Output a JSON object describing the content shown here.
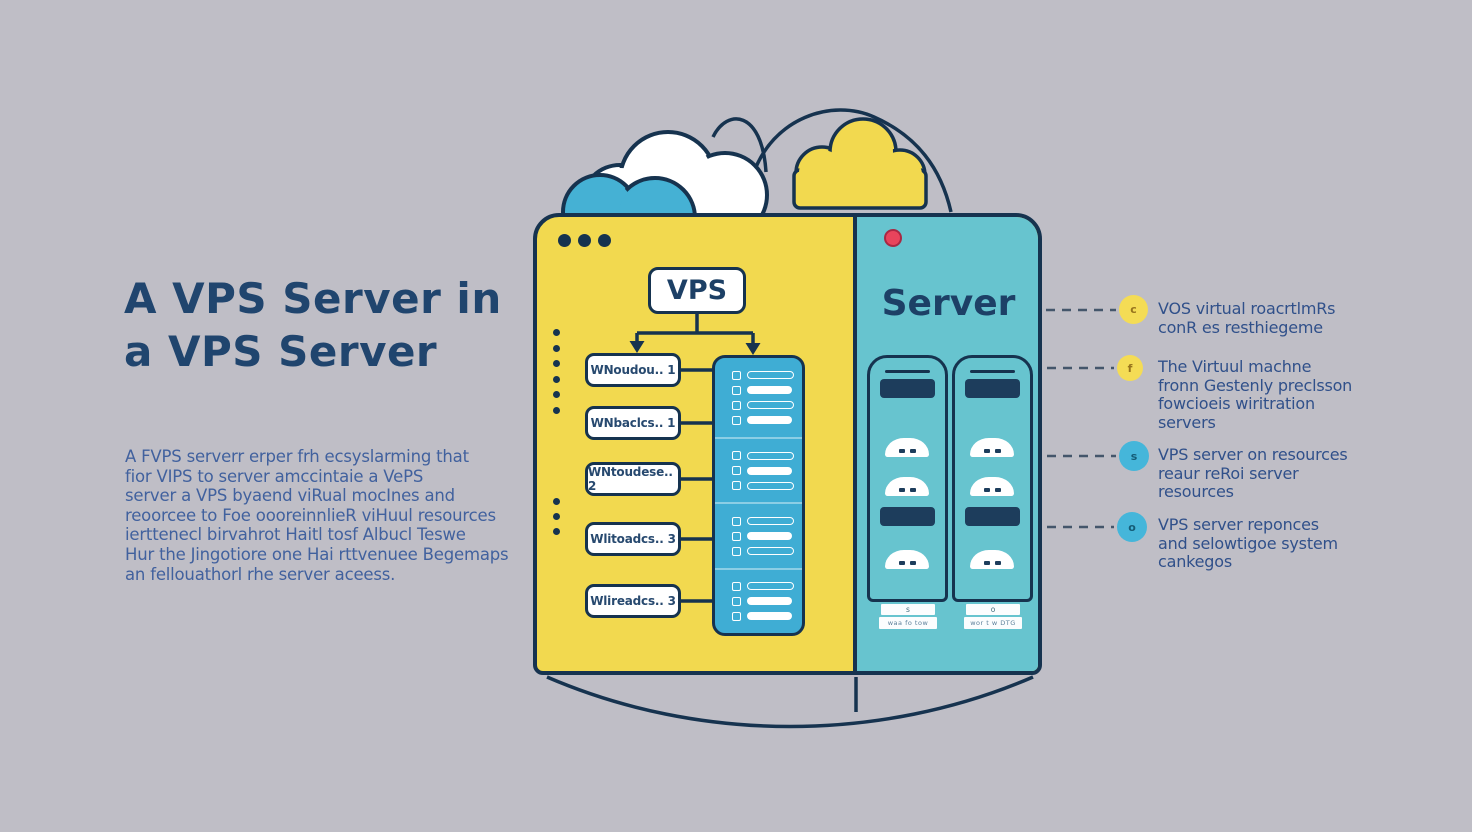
{
  "title": "A VPS Server in\na VPS Server",
  "description": "A FVPS serverr erper frh ecsyslarming that\nfior VIPS to server amccintaie a VePS\nserver a VPS byaend viRual mocInes and\nreoorcee to Foe oooreinnlieR viHuul resources\nierttenecl birvahrot Haitl tosf Albucl Teswe\nHur the Jingotiore one Hai rttvenuee Begemaps\nan fellouathorl rhe server aceess.",
  "diagram": {
    "vps_label": "VPS",
    "server_label": "Server",
    "vm_boxes": [
      {
        "label": "WNoudou.. 1"
      },
      {
        "label": "WNbaclcs.. 1"
      },
      {
        "label": "WNtoudese.. 2"
      },
      {
        "label": "Wlitoadcs.. 3"
      },
      {
        "label": "Wlireadcs.. 3"
      }
    ],
    "tower_left": {
      "tag": "s",
      "caption": "waa fo tow"
    },
    "tower_right": {
      "tag": "o",
      "caption": "wor t w DTG"
    }
  },
  "annotations": [
    {
      "marker": "c",
      "marker_color": "#f4dc55",
      "text": "VOS virtual roacrtlmRs\nconR es resthiegeme"
    },
    {
      "marker": "f",
      "marker_color": "#f4dc55",
      "text": "The Virtuul machne\nfronn Gestenly preclsson\nfowcioeis wiritration\nservers"
    },
    {
      "marker": "s",
      "marker_color": "#45b6da",
      "text": "VPS server on resources\nreaur reRoi server\nresources"
    },
    {
      "marker": "o",
      "marker_color": "#45b6da",
      "text": "VPS server reponces\nand selowtigoe system\ncankegos"
    }
  ],
  "colors": {
    "background": "#bfbec6",
    "navy_outline": "#16334f",
    "title_text": "#20456e",
    "body_text": "#41619e",
    "panel_yellow": "#f2d94f",
    "panel_teal": "#67c4cf",
    "list_blue": "#3fadd4",
    "status_red": "#e8445c",
    "marker_yellow": "#f4dc55",
    "marker_blue": "#45b6da"
  }
}
